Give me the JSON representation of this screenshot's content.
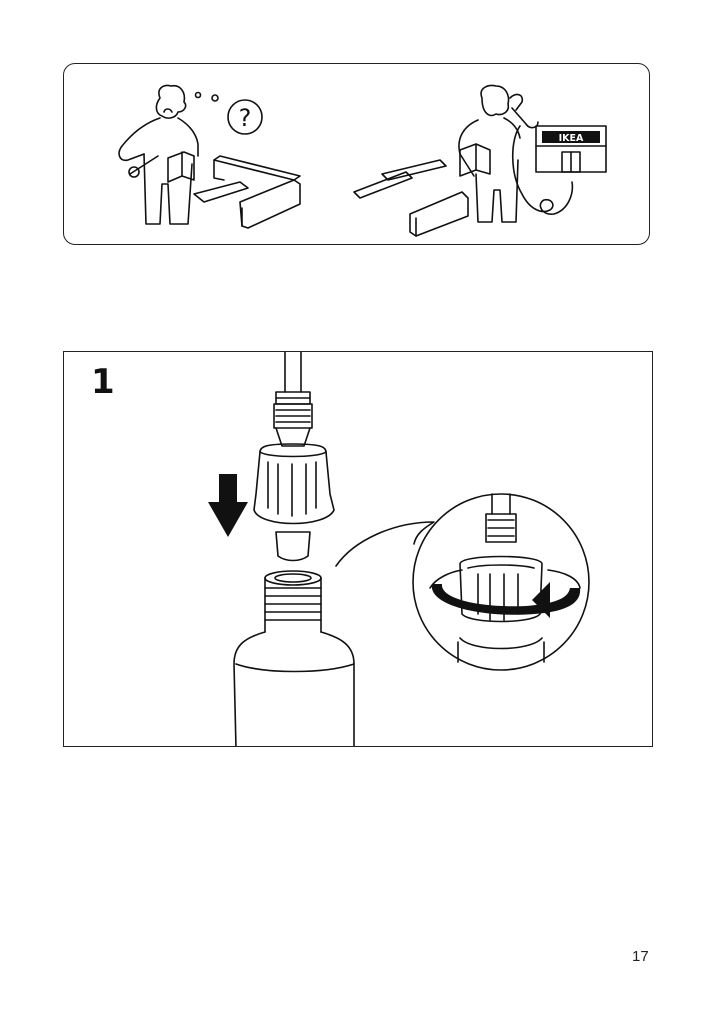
{
  "help_panel": {
    "question_mark": "?",
    "store_sign": "IKEA"
  },
  "step": {
    "number": "1"
  },
  "page": {
    "number": "17"
  },
  "icons": [
    "confused-person-icon",
    "question-bubble-icon",
    "phone-person-icon",
    "ikea-store-icon",
    "down-arrow-icon",
    "rotate-arrow-icon"
  ],
  "colors": {
    "line": "#111111",
    "background": "#ffffff"
  }
}
